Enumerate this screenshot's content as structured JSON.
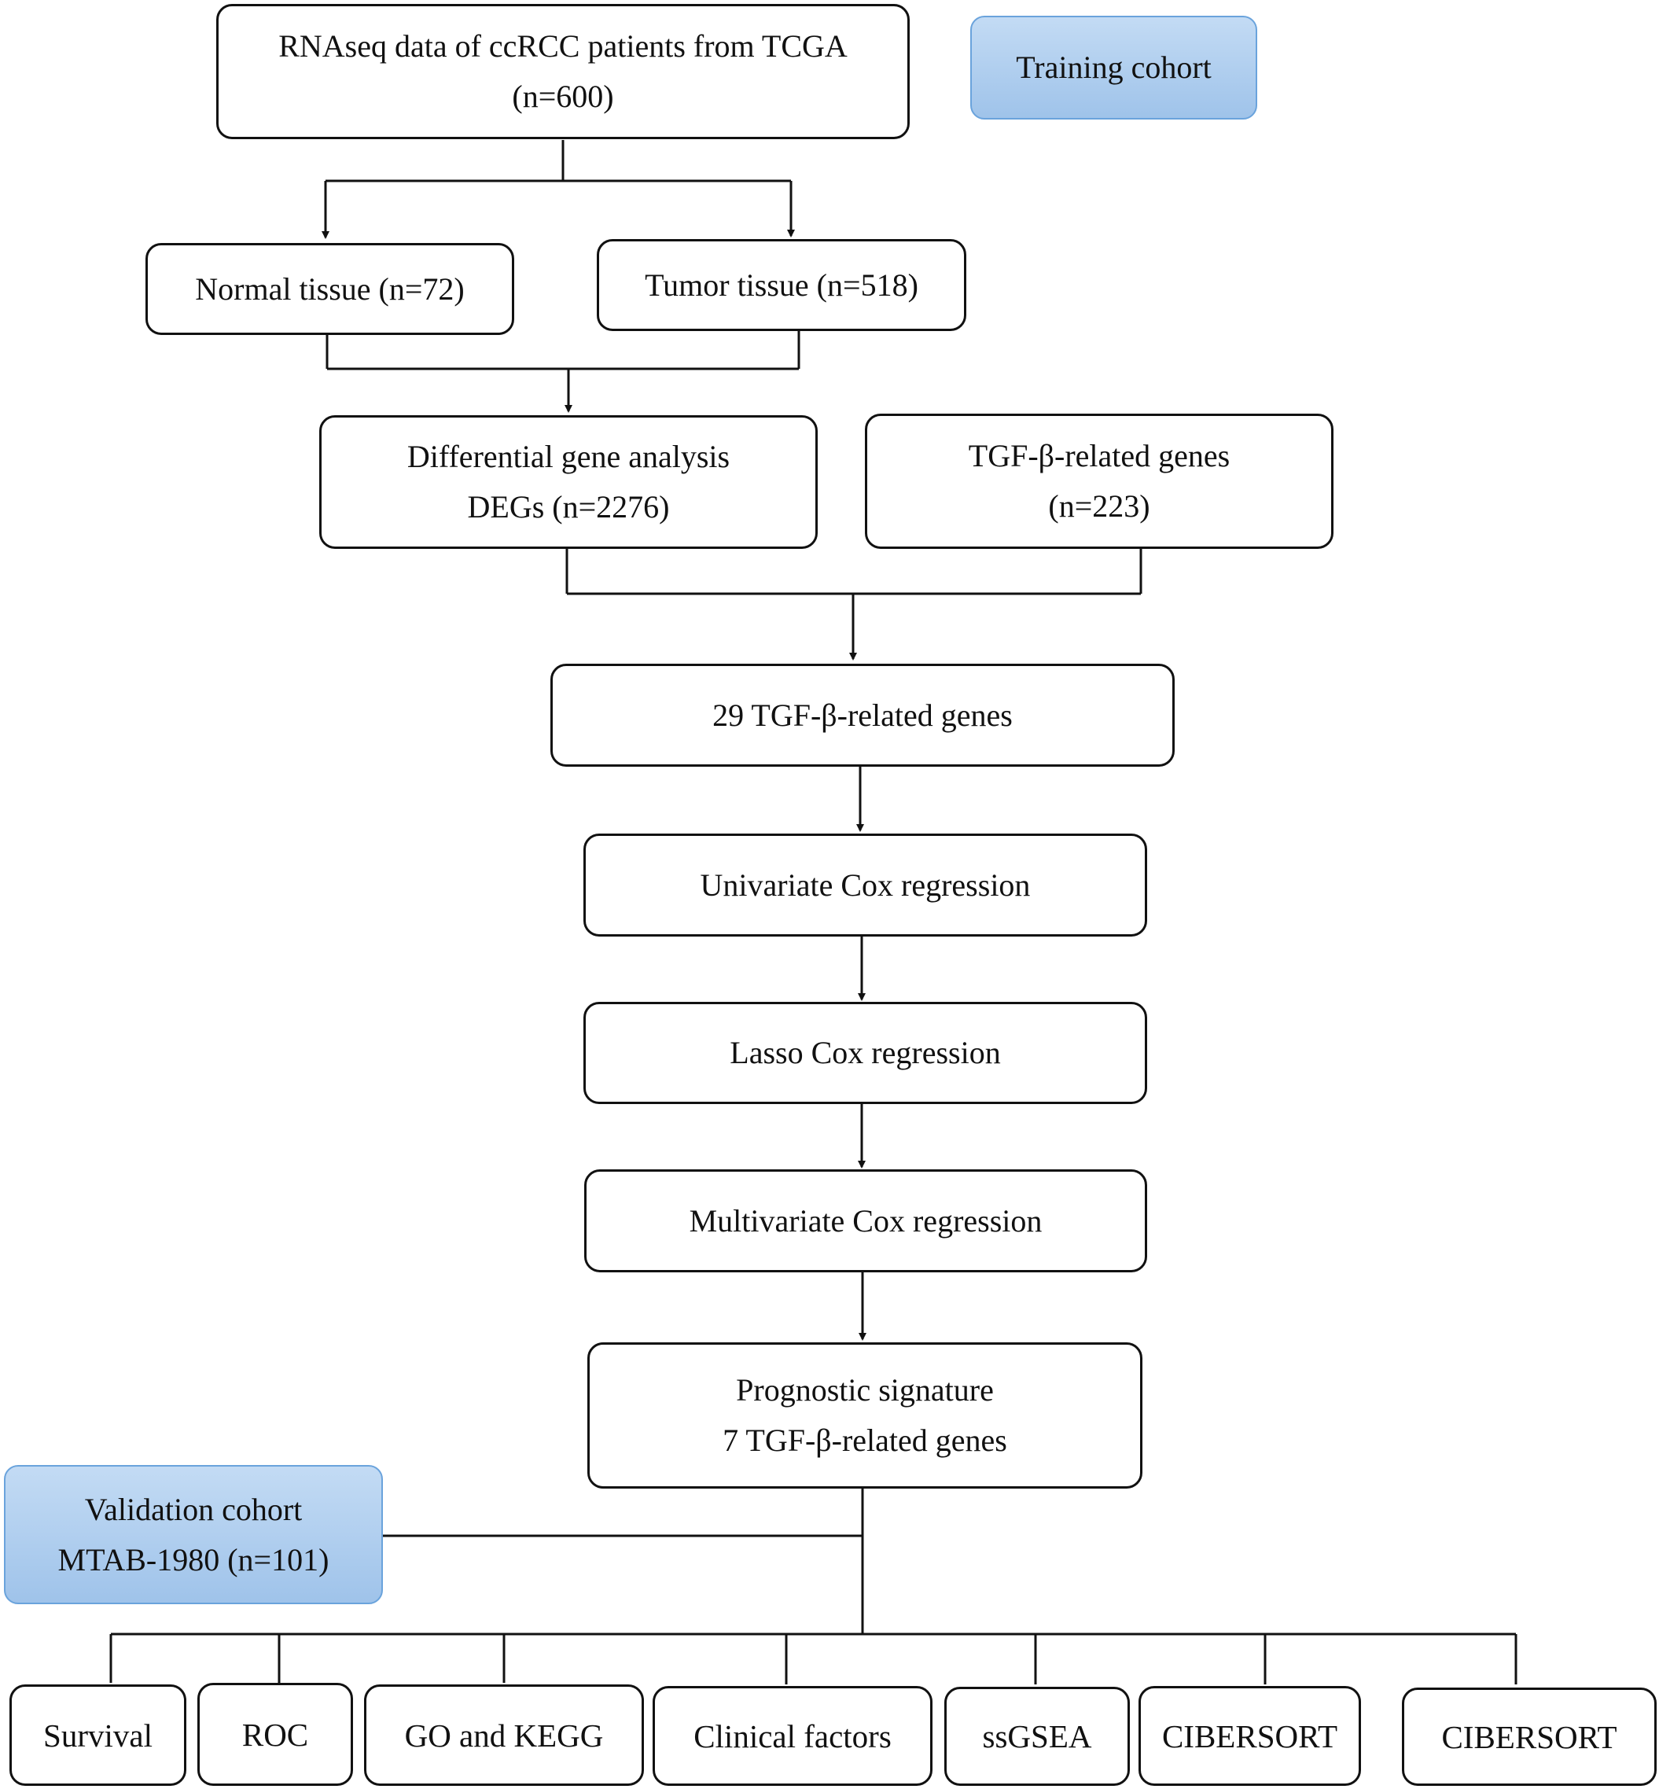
{
  "nodes": {
    "rnaseq": {
      "line1": "RNAseq data of ccRCC patients from TCGA",
      "line2": "(n=600)"
    },
    "training": {
      "label": "Training cohort"
    },
    "normal": {
      "label": "Normal tissue (n=72)"
    },
    "tumor": {
      "label": "Tumor tissue (n=518)"
    },
    "deg": {
      "line1": "Differential gene analysis",
      "line2": "DEGs (n=2276)"
    },
    "tgfb": {
      "line1": "TGF-β-related genes",
      "line2": "(n=223)"
    },
    "genes29": {
      "label": "29 TGF-β-related genes"
    },
    "univariate": {
      "label": "Univariate Cox regression"
    },
    "lasso": {
      "label": "Lasso Cox regression"
    },
    "multivariate": {
      "label": "Multivariate Cox regression"
    },
    "signature": {
      "line1": "Prognostic signature",
      "line2": "7 TGF-β-related genes"
    },
    "validation": {
      "line1": "Validation cohort",
      "line2": "MTAB-1980 (n=101)"
    }
  },
  "outputs": [
    "Survival",
    "ROC",
    "GO and KEGG",
    "Clinical factors",
    "ssGSEA",
    "CIBERSORT",
    "CIBERSORT"
  ],
  "colors": {
    "stroke": "#111111",
    "cohort_fill_top": "#c3dbf4",
    "cohort_fill_bottom": "#9fc3ea",
    "cohort_border": "#6aa3dc"
  }
}
